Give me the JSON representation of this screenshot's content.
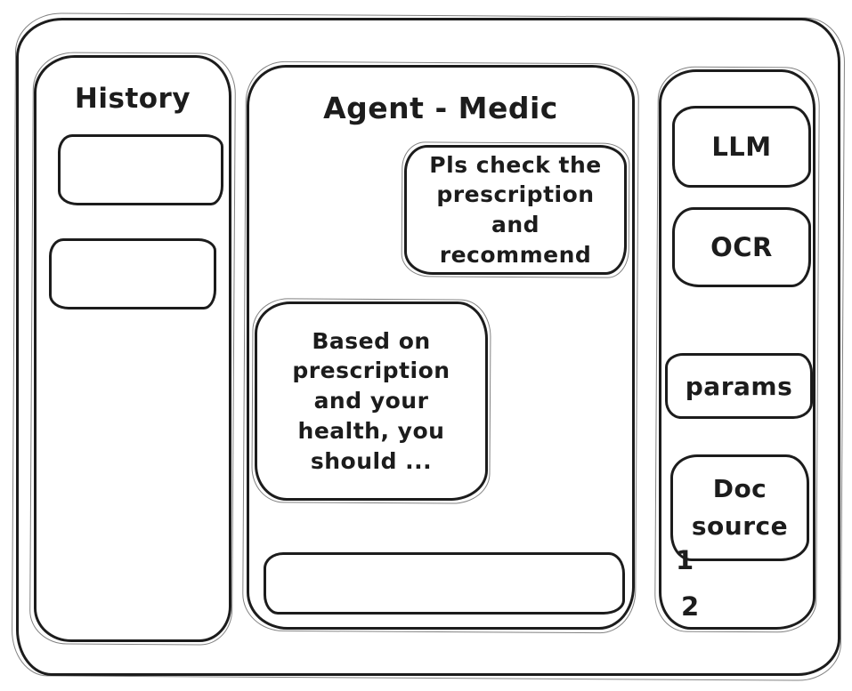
{
  "colors": {
    "ink": "#1c1c1c",
    "background": "#ffffff"
  },
  "history_sidebar": {
    "title": "History",
    "items": [
      {
        "label": ""
      },
      {
        "label": ""
      }
    ]
  },
  "chat_panel": {
    "title": "Agent - Medic",
    "messages": [
      {
        "role": "user",
        "text": "Pls check the prescription and recommend"
      },
      {
        "role": "assistant",
        "text": "Based on prescription and your health, you should ..."
      }
    ],
    "input": {
      "value": "",
      "placeholder": ""
    }
  },
  "tools_sidebar": {
    "llm_button": "LLM",
    "ocr_button": "OCR",
    "params_button": "params",
    "doc_source_button": "Doc source",
    "doc_source_items": [
      "1",
      "2"
    ]
  }
}
